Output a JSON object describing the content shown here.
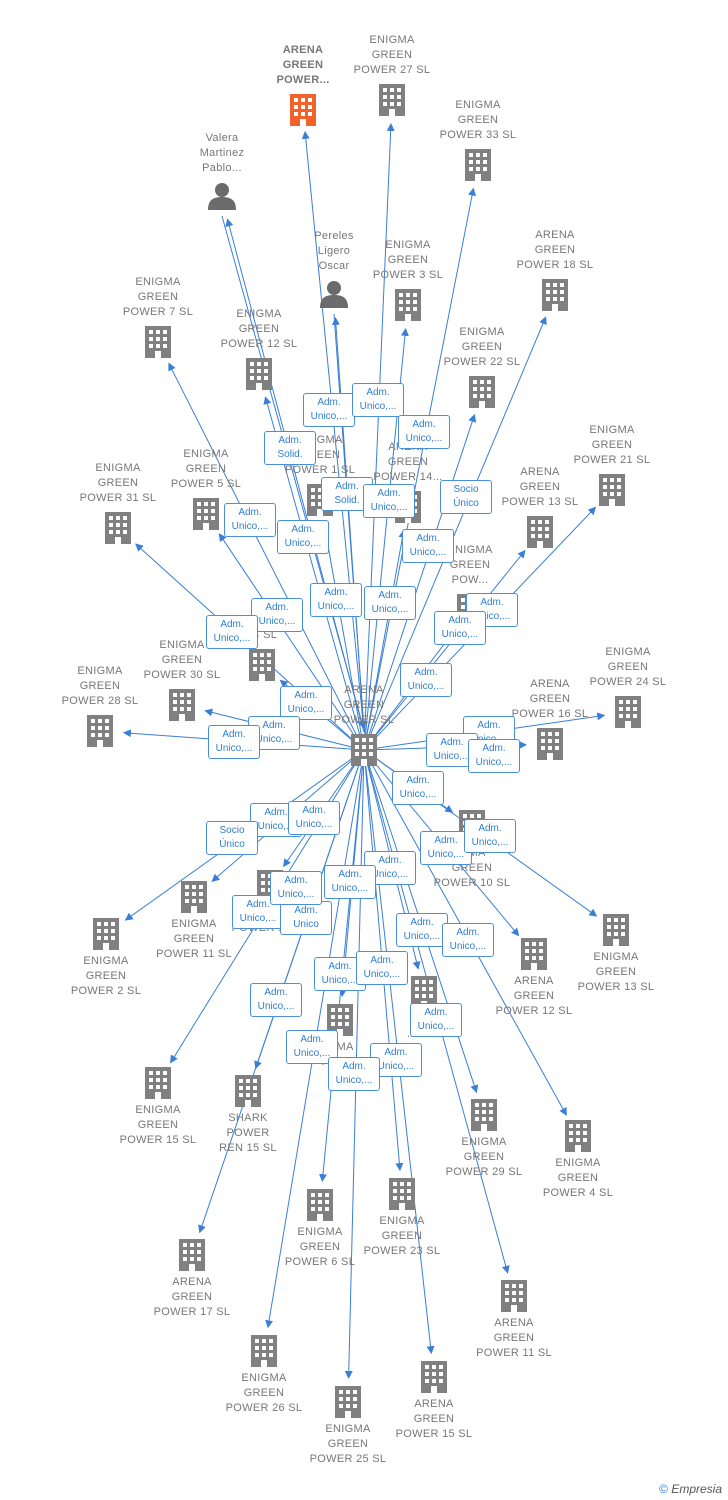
{
  "center": {
    "id": "center",
    "name": "ARENA\nGREEN\nPOWER  SL",
    "type": "company"
  },
  "nodes": [
    {
      "id": "main",
      "name": "ARENA\nGREEN\nPOWER...",
      "type": "company_main"
    },
    {
      "id": "n_eg27",
      "name": "ENIGMA\nGREEN\nPOWER 27  SL",
      "type": "company"
    },
    {
      "id": "n_eg33",
      "name": "ENIGMA\nGREEN\nPOWER 33  SL",
      "type": "company"
    },
    {
      "id": "p_valera",
      "name": "Valera\nMartinez\nPablo...",
      "type": "person"
    },
    {
      "id": "p_pereles",
      "name": "Pereles\nLigero\nOscar",
      "type": "person"
    },
    {
      "id": "n_eg3",
      "name": "ENIGMA\nGREEN\nPOWER 3  SL",
      "type": "company"
    },
    {
      "id": "n_ag18",
      "name": "ARENA\nGREEN\nPOWER 18  SL",
      "type": "company"
    },
    {
      "id": "n_eg7",
      "name": "ENIGMA\nGREEN\nPOWER 7  SL",
      "type": "company"
    },
    {
      "id": "n_eg12",
      "name": "ENIGMA\nGREEN\nPOWER 12  SL",
      "type": "company"
    },
    {
      "id": "n_eg22",
      "name": "ENIGMA\nGREEN\nPOWER 22  SL",
      "type": "company"
    },
    {
      "id": "n_eg1",
      "name": "ENIGMA\nGREEN\nPOWER 1  SL",
      "type": "company"
    },
    {
      "id": "n_ag14",
      "name": "ARENA\nGREEN\nPOWER 14...",
      "type": "company"
    },
    {
      "id": "n_eg21",
      "name": "ENIGMA\nGREEN\nPOWER 21  SL",
      "type": "company"
    },
    {
      "id": "n_eg31",
      "name": "ENIGMA\nGREEN\nPOWER 31  SL",
      "type": "company"
    },
    {
      "id": "n_eg5",
      "name": "ENIGMA\nGREEN\nPOWER 5  SL",
      "type": "company"
    },
    {
      "id": "n_ag13",
      "name": "ARENA\nGREEN\nPOWER 13  SL",
      "type": "company"
    },
    {
      "id": "n_egx",
      "name": "ENIGMA\nGREEN\nPOW...",
      "type": "company"
    },
    {
      "id": "n_e14",
      "name": "E...\n14  SL",
      "type": "company"
    },
    {
      "id": "n_eg30",
      "name": "ENIGMA\nGREEN\nPOWER 30  SL",
      "type": "company"
    },
    {
      "id": "n_eg24",
      "name": "ENIGMA\nGREEN\nPOWER 24  SL",
      "type": "company"
    },
    {
      "id": "n_eg28",
      "name": "ENIGMA\nGREEN\nPOWER 28  SL",
      "type": "company"
    },
    {
      "id": "n_ag16",
      "name": "ARENA\nGREEN\nPOWER 16  SL",
      "type": "company"
    },
    {
      "id": "n_eg10",
      "name": "...MA\nGREEN\nPOWER 10  SL",
      "type": "company"
    },
    {
      "id": "n_eg11",
      "name": "ENIGMA\nGREEN\nPOWER 11  SL",
      "type": "company"
    },
    {
      "id": "n_eg19",
      "name": "...GREEN\nPOWER 19  SL",
      "type": "company"
    },
    {
      "id": "n_eg2",
      "name": "ENIGMA\nGREEN\nPOWER 2  SL",
      "type": "company"
    },
    {
      "id": "n_eg13",
      "name": "ENIGMA\nGREEN\nPOWER 13  SL",
      "type": "company"
    },
    {
      "id": "n_ag12",
      "name": "ARENA\nGREEN\nPOWER 12  SL",
      "type": "company"
    },
    {
      "id": "n_e8",
      "name": "E...\n...8  SL",
      "type": "company"
    },
    {
      "id": "n_pow",
      "name": "...MA\nPOW...",
      "type": "company"
    },
    {
      "id": "n_eg15",
      "name": "ENIGMA\nGREEN\nPOWER 15  SL",
      "type": "company"
    },
    {
      "id": "n_shark",
      "name": "SHARK\nPOWER\nREN 15  SL",
      "type": "company"
    },
    {
      "id": "n_eg29",
      "name": "ENIGMA\nGREEN\nPOWER 29  SL",
      "type": "company"
    },
    {
      "id": "n_eg4",
      "name": "ENIGMA\nGREEN\nPOWER 4  SL",
      "type": "company"
    },
    {
      "id": "n_eg6",
      "name": "ENIGMA\nGREEN\nPOWER 6  SL",
      "type": "company"
    },
    {
      "id": "n_eg23",
      "name": "ENIGMA\nGREEN\nPOWER 23  SL",
      "type": "company"
    },
    {
      "id": "n_ag17",
      "name": "ARENA\nGREEN\nPOWER 17  SL",
      "type": "company"
    },
    {
      "id": "n_ag11",
      "name": "ARENA\nGREEN\nPOWER 11  SL",
      "type": "company"
    },
    {
      "id": "n_eg26",
      "name": "ENIGMA\nGREEN\nPOWER 26  SL",
      "type": "company"
    },
    {
      "id": "n_ag15",
      "name": "ARENA\nGREEN\nPOWER 15  SL",
      "type": "company"
    },
    {
      "id": "n_eg25",
      "name": "ENIGMA\nGREEN\nPOWER 25  SL",
      "type": "company"
    }
  ],
  "edge_labels": [
    "Adm.\nUnico,...",
    "Adm.\nUnico,...",
    "Adm.\nUnico,...",
    "Adm.\nSolid.",
    "Adm.\nSolid.",
    "Adm.\nUnico,...",
    "Socio\nÚnico",
    "Adm.\nUnico,...",
    "Adm.\nUnico,...",
    "Adm.\nUnico,...",
    "Adm.\nUnico,...",
    "Adm.\nUnico,...",
    "Adm.\nUnico,...",
    "Adm.\nUnico,...",
    "Adm.\nUnico,...",
    "Adm.\nUnico,...",
    "Adm.\nUnico,...",
    "Adm.\nUnico,...",
    "Adm.\nUnico,...",
    "Adm.\nUnico,...",
    "Adm.\nUnico,...",
    "Adm.\nUnico,...",
    "Adm.\nUnico,...",
    "Adm.\nUnico,...",
    "Adm.\nUnico,...",
    "Socio\nÚnico",
    "Adm.\nUnico,...",
    "Adm.\nUnico,...",
    "Adm.\nUnico,...",
    "Adm.\nUnico,...",
    "Adm.\nUnico,...",
    "Adm.\nUnico",
    "Adm.\nUnico,...",
    "Adm.\nUnico,...",
    "Adm.\nUnico,...",
    "Adm.\nUnico,...",
    "Adm.\nUnico,...",
    "Adm.\nUnico,...",
    "Adm.\nUnico,...",
    "Adm.\nUnico,...",
    "Adm.\nUnico,...",
    "Adm.\nUnico,...",
    "Adm.\nUnico,..."
  ],
  "colors": {
    "edge": "#3a7fd5",
    "icon": "#808080",
    "main_icon": "#f4622c",
    "person_icon": "#6b6b6b"
  },
  "copyright": {
    "symbol": "©",
    "brand": "Empresia"
  }
}
